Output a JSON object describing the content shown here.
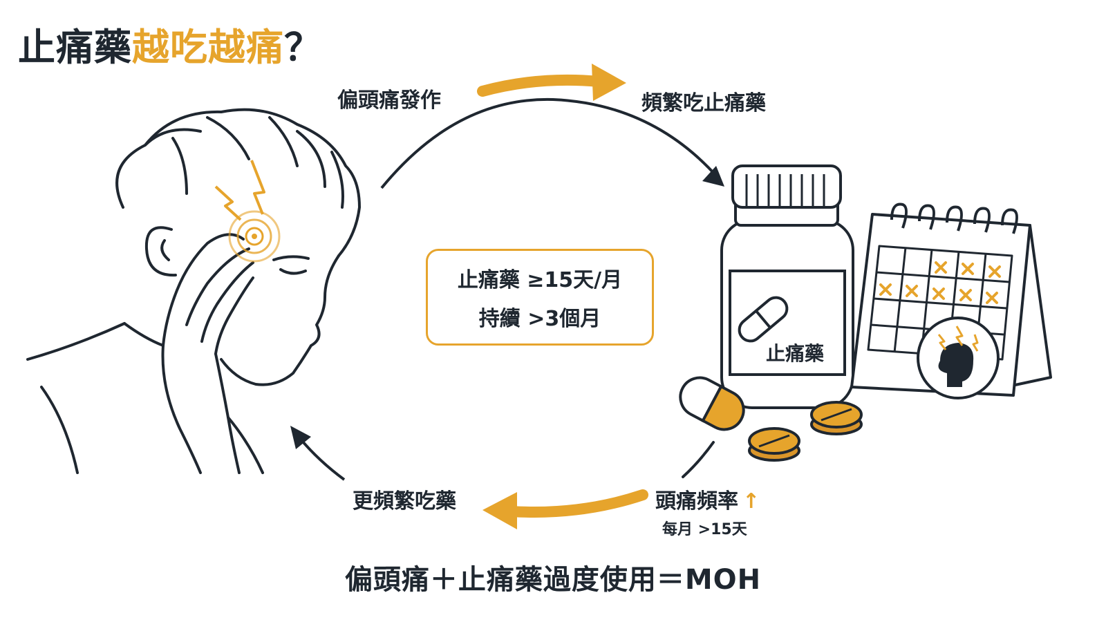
{
  "title": {
    "part1": "止痛藥",
    "part2": "越吃越痛",
    "part3": "？"
  },
  "cycle": {
    "step_migraine": "偏頭痛發作",
    "step_frequent_meds": "頻繁吃止痛藥",
    "step_frequency_up": "頭痛頻率",
    "step_frequency_up_arrow": "↑",
    "step_frequency_detail": "每月 >15天",
    "step_more_meds": "更頻繁吃藥"
  },
  "criteria": {
    "line1": "止痛藥 ≥15天/月",
    "line2": "持續 >3個月"
  },
  "bottle": {
    "label": "止痛藥"
  },
  "formula": "偏頭痛＋止痛藥過度使用＝MOH",
  "colors": {
    "accent": "#e6a42c",
    "ink": "#1f2730"
  },
  "icons": [
    "migraine-person-illustration",
    "pill-bottle-icon",
    "calendar-icon",
    "capsule-icon",
    "tablet-icon",
    "head-pain-icon"
  ]
}
